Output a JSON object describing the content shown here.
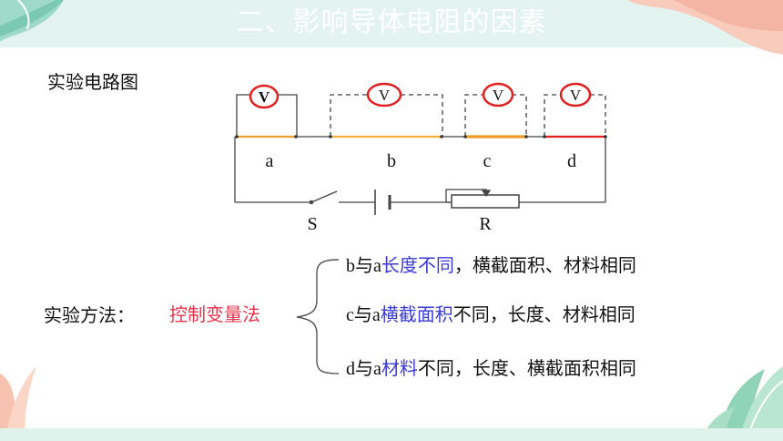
{
  "title": "二、影响导体电阻的因素",
  "circuit_label": "实验电路图",
  "conductors": [
    {
      "label": "a",
      "color": "#f0a030"
    },
    {
      "label": "b",
      "color": "#f5b040"
    },
    {
      "label": "c",
      "color": "#f29a20"
    },
    {
      "label": "d",
      "color": "#e02020"
    }
  ],
  "voltmeter_symbol": "V",
  "switch_label": "S",
  "rheostat_label": "R",
  "method": {
    "label": "实验方法：",
    "name": "控制变量法"
  },
  "comparisons": [
    {
      "subject": "b",
      "connector": "与",
      "reference": "a",
      "varied": "长度不同",
      "rest": "，横截面积、材料相同"
    },
    {
      "subject": "c",
      "connector": "与",
      "reference": "a",
      "varied": "横截面积",
      "rest": "不同，长度、材料相同"
    },
    {
      "subject": "d",
      "connector": "与",
      "reference": "a",
      "varied": "材料",
      "rest": "不同，长度、横截面积相同"
    }
  ],
  "colors": {
    "title_band": "#e3f3ef",
    "highlight": "#3a3ad6",
    "method_accent": "#e8344a",
    "meter_ring": "#e02020"
  }
}
